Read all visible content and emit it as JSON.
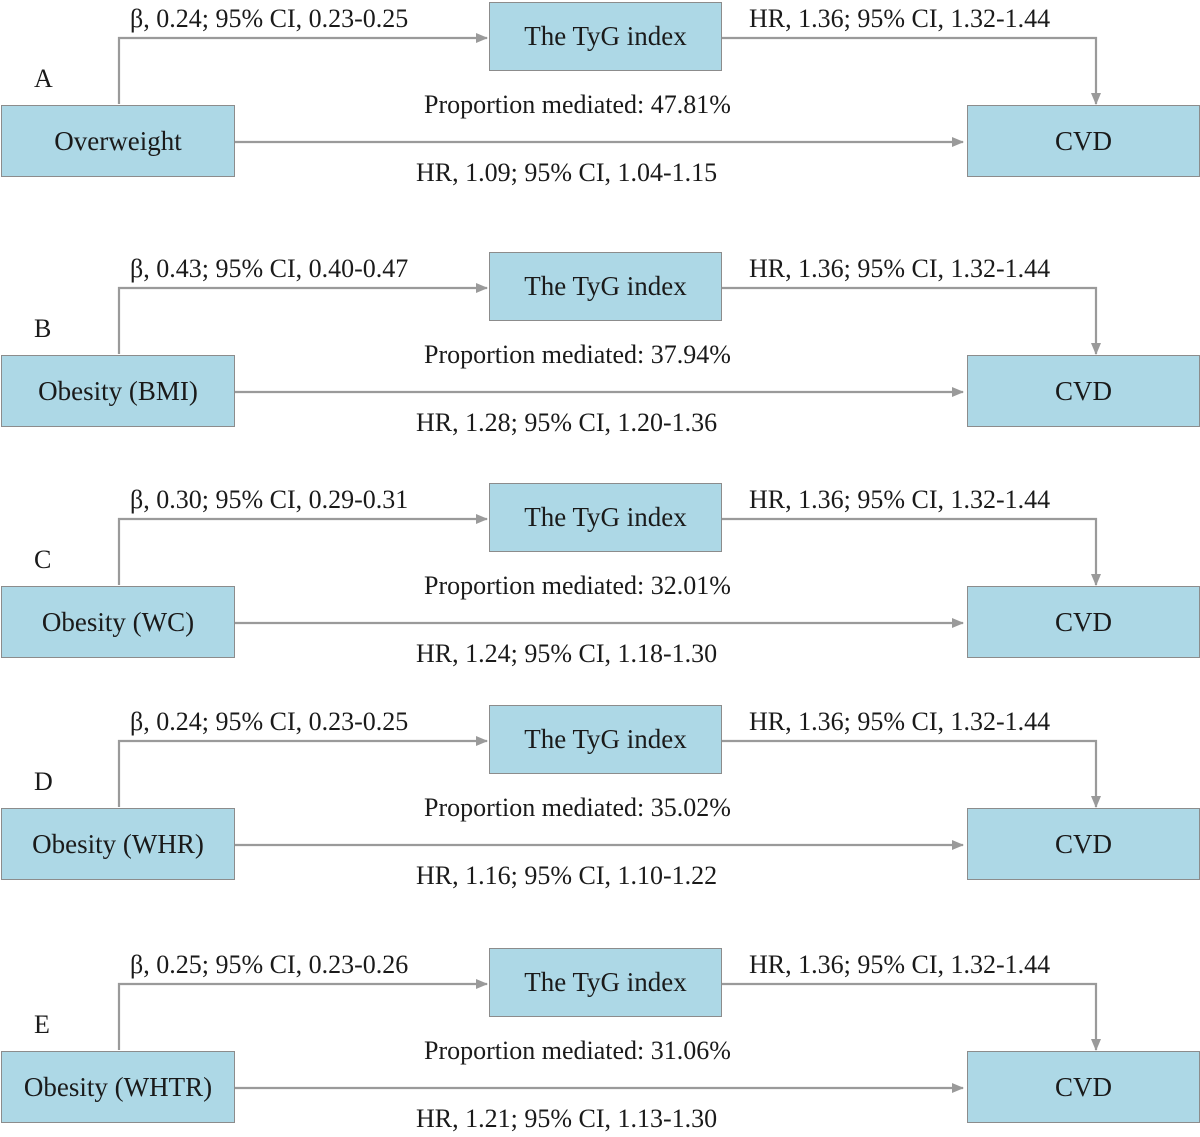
{
  "panels": [
    {
      "letter": "A",
      "exposure": "Overweight",
      "mediator": "The TyG index",
      "outcome": "CVD",
      "path_a": "β, 0.24; 95% CI,  0.23-0.25",
      "path_b": "HR, 1.36; 95% CI, 1.32-1.44",
      "proportion": "Proportion mediated: 47.81%",
      "direct": "HR, 1.09; 95% CI, 1.04-1.15"
    },
    {
      "letter": "B",
      "exposure": "Obesity (BMI)",
      "mediator": "The TyG index",
      "outcome": "CVD",
      "path_a": "β, 0.43; 95% CI,  0.40-0.47",
      "path_b": "HR, 1.36; 95% CI, 1.32-1.44",
      "proportion": "Proportion mediated: 37.94%",
      "direct": "HR, 1.28; 95% CI, 1.20-1.36"
    },
    {
      "letter": "C",
      "exposure": "Obesity (WC)",
      "mediator": "The TyG index",
      "outcome": "CVD",
      "path_a": "β, 0.30; 95% CI,  0.29-0.31",
      "path_b": "HR, 1.36; 95% CI, 1.32-1.44",
      "proportion": "Proportion mediated: 32.01%",
      "direct": "HR, 1.24; 95% CI, 1.18-1.30"
    },
    {
      "letter": "D",
      "exposure": "Obesity (WHR)",
      "mediator": "The TyG index",
      "outcome": "CVD",
      "path_a": "β, 0.24; 95% CI,  0.23-0.25",
      "path_b": "HR, 1.36; 95% CI, 1.32-1.44",
      "proportion": "Proportion mediated: 35.02%",
      "direct": "HR, 1.16; 95% CI, 1.10-1.22"
    },
    {
      "letter": "E",
      "exposure": "Obesity (WHTR)",
      "mediator": "The TyG index",
      "outcome": "CVD",
      "path_a": "β, 0.25; 95% CI,  0.23-0.26",
      "path_b": "HR, 1.36; 95% CI, 1.32-1.44",
      "proportion": "Proportion mediated: 31.06%",
      "direct": "HR, 1.21; 95% CI, 1.13-1.30"
    }
  ]
}
